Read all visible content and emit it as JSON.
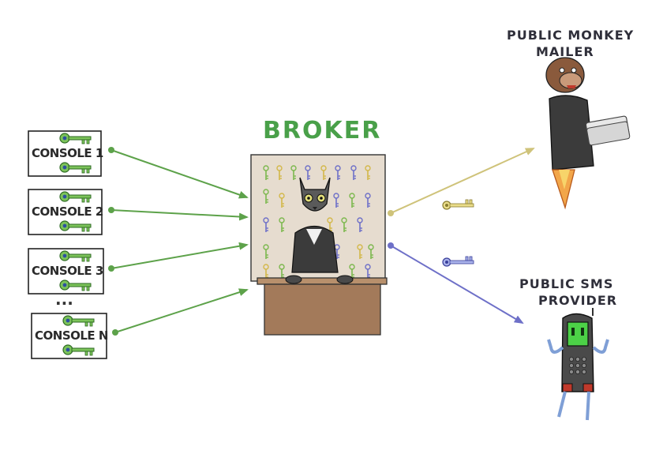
{
  "title": "BROKER",
  "consoles": [
    {
      "label": "CONSOLE 1"
    },
    {
      "label": "CONSOLE 2"
    },
    {
      "label": "CONSOLE 3"
    },
    {
      "label": "CONSOLE N"
    }
  ],
  "ellipsis": "...",
  "mailer": {
    "line1": "PUBLIC MONKEY",
    "line2": "MAILER"
  },
  "sms": {
    "line1": "PUBLIC SMS",
    "line2": "PROVIDER"
  },
  "colors": {
    "console_arrow": "#5da24a",
    "mail_arrow": "#cfc37a",
    "sms_arrow": "#6e70c8",
    "broker_title": "#49a049",
    "wall": "#e6dccf",
    "desk": "#a37a5a"
  },
  "icons": [
    "key-icon",
    "cat-broker-icon",
    "monkey-mailer-icon",
    "sms-robot-icon",
    "rocket-flame-icon"
  ]
}
